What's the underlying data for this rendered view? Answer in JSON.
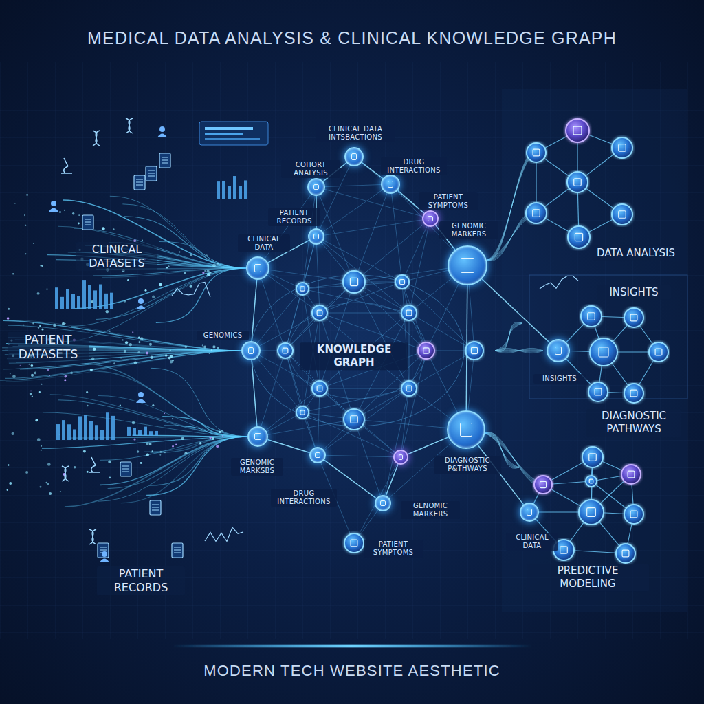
{
  "diagram": {
    "title": "MEDICAL DATA ANALYSIS & CLINICAL KNOWLEDGE GRAPH",
    "caption": "MODERN TECH WEBSITE AESTHETIC",
    "nodes": [
      {
        "text": [
          "CLINICAL DATA INTSBACTIONS"
        ]
      },
      {
        "text": [
          "COHORT ANALYSIS"
        ]
      },
      {
        "text": [
          "DRUG INTERACTIONS"
        ]
      },
      {
        "text": [
          "PATIENT SYMPTOMS"
        ]
      },
      {
        "text": [
          "PATIENT RECORDS"
        ]
      },
      {
        "text": [
          "CLINICAL DATA"
        ]
      },
      {
        "text": [
          "GENOMIC MARKERS"
        ]
      },
      {
        "text": [
          "GENOMICS"
        ]
      },
      {
        "text": [
          "GENOMIC MARKSBS"
        ]
      },
      {
        "text": [
          "DIAGNOSTIC P&THWAYS"
        ]
      },
      {
        "text": [
          "DRUG INTERACTIONS"
        ]
      },
      {
        "text": [
          "GENOMIC MARKERS"
        ]
      },
      {
        "text": [
          "PATIENT SYMPTOMS"
        ]
      },
      {
        "text": [
          "INSIGHTS"
        ]
      },
      {
        "text": [
          "CLINICAL DATA"
        ]
      }
    ],
    "edges": [
      {
        "from": 0,
        "to": 1,
        "arrow": "none"
      },
      {
        "from": 0,
        "to": 2,
        "arrow": "none"
      },
      {
        "from": 2,
        "to": 3,
        "arrow": "none"
      },
      {
        "from": 1,
        "to": 4,
        "arrow": "none"
      },
      {
        "from": 4,
        "to": 5,
        "arrow": "none"
      },
      {
        "from": 5,
        "to": 7,
        "arrow": "none"
      },
      {
        "from": 7,
        "to": 8,
        "arrow": "none"
      },
      {
        "from": 8,
        "to": 10,
        "arrow": "none"
      },
      {
        "from": 10,
        "to": 12,
        "arrow": "none"
      },
      {
        "from": 12,
        "to": 11,
        "arrow": "none"
      },
      {
        "from": 11,
        "to": 9,
        "arrow": "none"
      },
      {
        "from": 3,
        "to": 6,
        "arrow": "none"
      },
      {
        "from": 6,
        "to": 9,
        "arrow": "none"
      },
      {
        "from": 6,
        "to": 13,
        "arrow": "none"
      },
      {
        "from": 9,
        "to": 14,
        "arrow": "none"
      }
    ],
    "labels": [
      "CLINICAL DATASETS",
      "PATIENT DATASETS",
      "PATIENT RECORDS",
      "KNOWLEDGE GRAPH",
      "DATA ANALYSIS",
      "INSIGHTS",
      "DIAGNOSTIC PATHWAYS",
      "PREDICTIVE MODELING"
    ]
  }
}
